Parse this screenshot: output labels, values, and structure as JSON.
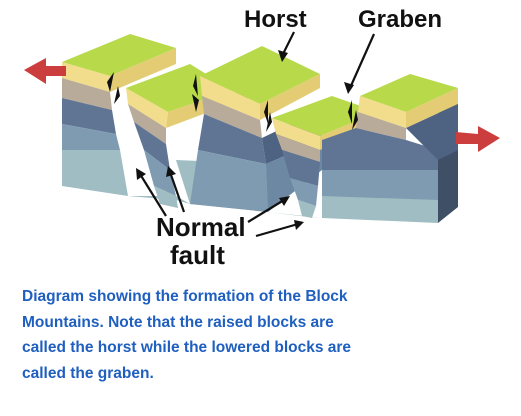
{
  "labels": {
    "horst": "Horst",
    "graben": "Graben",
    "normal_fault_line1": "Normal",
    "normal_fault_line2": "fault"
  },
  "caption": {
    "line1": "Diagram showing  the formation of the Block",
    "line2": "Mountains. Note that the raised blocks  are",
    "line3": "called the horst while the lowered blocks are",
    "line4": "called the graben."
  },
  "colors": {
    "top_surface": "#b7d94a",
    "layer_yellow": "#f1dd8c",
    "layer_tan": "#b9ab99",
    "layer_slate": "#5f7593",
    "layer_blue_grey": "#7f9bb2",
    "layer_teal": "#9fbdc2",
    "arrow_red": "#cc3d3d",
    "caption_blue": "#1f5fbf"
  }
}
